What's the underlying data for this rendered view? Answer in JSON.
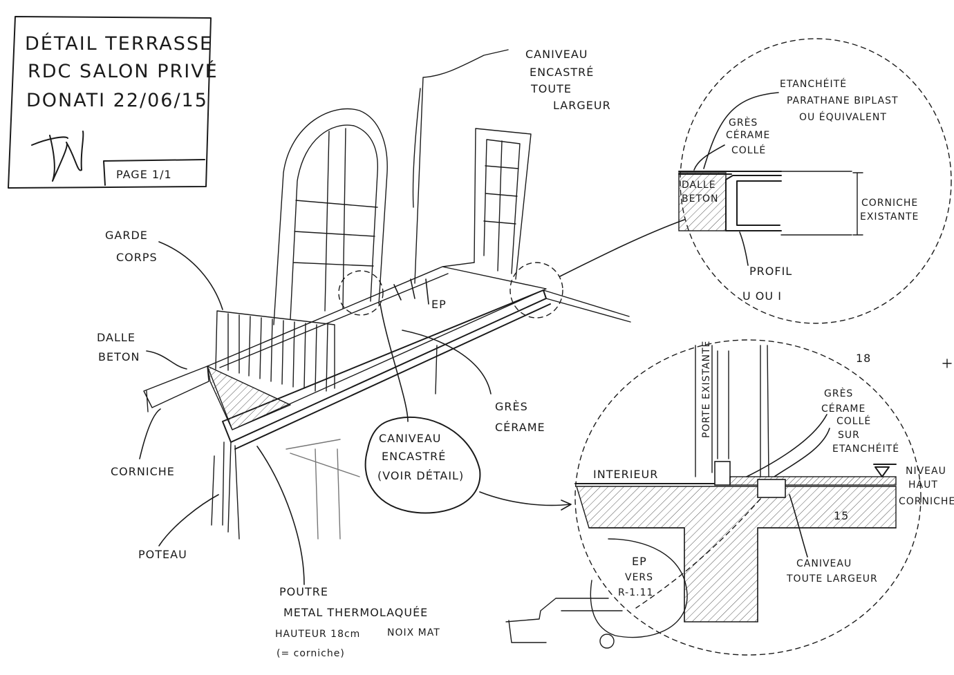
{
  "title_block": {
    "line1": "DÉTAIL TERRASSE",
    "line2": "RDC SALON PRIVÉ",
    "line3": "DONATI 22/06/15",
    "page": "PAGE 1/1"
  },
  "labels": {
    "caniveau_top": [
      "CANIVEAU",
      "ENCASTRÉ",
      "TOUTE",
      "LARGEUR"
    ],
    "garde_corps": [
      "GARDE",
      "CORPS"
    ],
    "dalle_beton": [
      "DALLE",
      "BETON"
    ],
    "corniche": "CORNICHE",
    "poteau": "POTEAU",
    "ep": "EP",
    "gres_cerame": [
      "GRÈS",
      "CÉRAME"
    ],
    "caniveau_bubble": [
      "CANIVEAU",
      "ENCASTRÉ",
      "(VOIR DÉTAIL)"
    ],
    "poutre": [
      "POUTRE",
      "METAL THERMOLAQUÉE",
      "HAUTEUR 18cm",
      "NOIX MAT",
      "(= corniche)"
    ]
  },
  "detail_top": {
    "etancheite": [
      "ETANCHÉITÉ",
      "PARATHANE BIPLAST",
      "OU ÉQUIVALENT"
    ],
    "gres": [
      "GRÈS",
      "CÉRAME",
      "COLLÉ"
    ],
    "dalle": [
      "DALLE",
      "BETON"
    ],
    "corniche": [
      "CORNICHE",
      "EXISTANTE"
    ],
    "profil": [
      "PROFIL",
      "U OU I"
    ]
  },
  "detail_bottom": {
    "porte": "PORTE EXISTANTE",
    "gres": [
      "GRÈS",
      "CÉRAME",
      "COLLÉ",
      "SUR",
      "ETANCHÉITÉ"
    ],
    "niveau": [
      "NIVEAU",
      "HAUT",
      "CORNICHE"
    ],
    "interieur": "INTERIEUR",
    "dim": "15",
    "scribble": "18",
    "caniveau": [
      "CANIVEAU",
      "TOUTE LARGEUR"
    ],
    "ep": [
      "EP",
      "VERS",
      "R-1.11"
    ]
  }
}
